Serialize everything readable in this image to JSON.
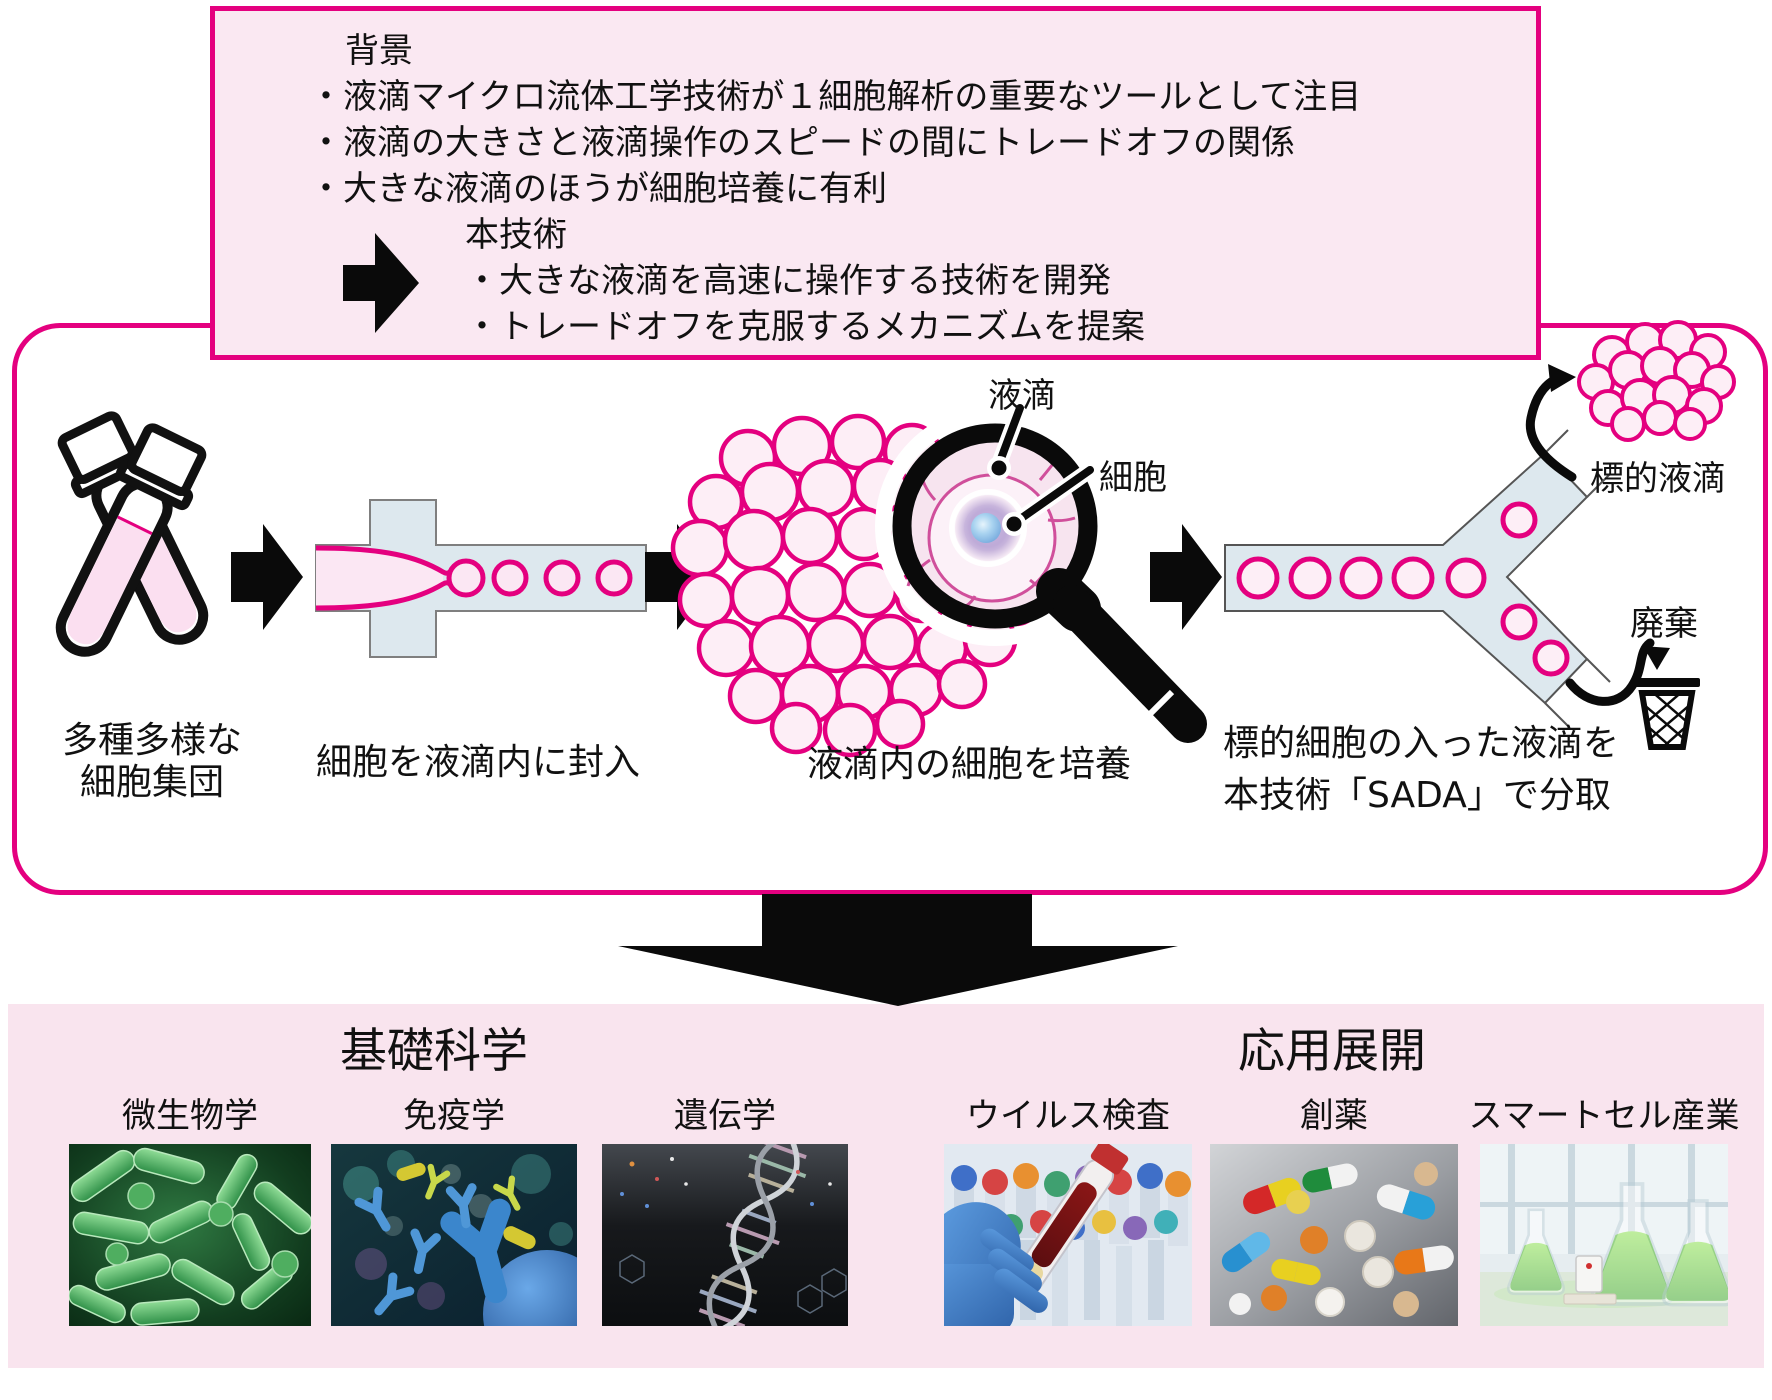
{
  "colors": {
    "accent_magenta": "#e4007f",
    "panel_pink": "#fae8f2",
    "bottom_panel_pink": "#f9e4ee",
    "channel_blue": "#dde8ee",
    "droplet_fill": "#fdeef6"
  },
  "background_box": {
    "title": "背景",
    "bullets": [
      "・液滴マイクロ流体工学技術が１細胞解析の重要なツールとして注目",
      "・液滴の大きさと液滴操作のスピードの間にトレードオフの関係",
      "・大きな液滴のほうが細胞培養に有利"
    ],
    "tech_title": "本技術",
    "tech_bullets": [
      "・大きな液滴を高速に操作する技術を開発",
      "・トレードオフを克服するメカニズムを提案"
    ]
  },
  "workflow": {
    "labels": {
      "droplet": "液滴",
      "cell": "細胞",
      "target": "標的液滴",
      "discard": "廃棄"
    },
    "captions": {
      "step1_line1": "多種多様な",
      "step1_line2": "細胞集団",
      "step2": "細胞を液滴内に封入",
      "step3": "液滴内の細胞を培養",
      "step4_line1": "標的細胞の入った液滴を",
      "step4_line2": "本技術「SADA」で分取"
    }
  },
  "bottom": {
    "sections": [
      {
        "title": "基礎科学",
        "items": [
          {
            "label": "微生物学"
          },
          {
            "label": "免疫学"
          },
          {
            "label": "遺伝学"
          }
        ]
      },
      {
        "title": "応用展開",
        "items": [
          {
            "label": "ウイルス検査"
          },
          {
            "label": "創薬"
          },
          {
            "label": "スマートセル産業"
          }
        ]
      }
    ]
  }
}
